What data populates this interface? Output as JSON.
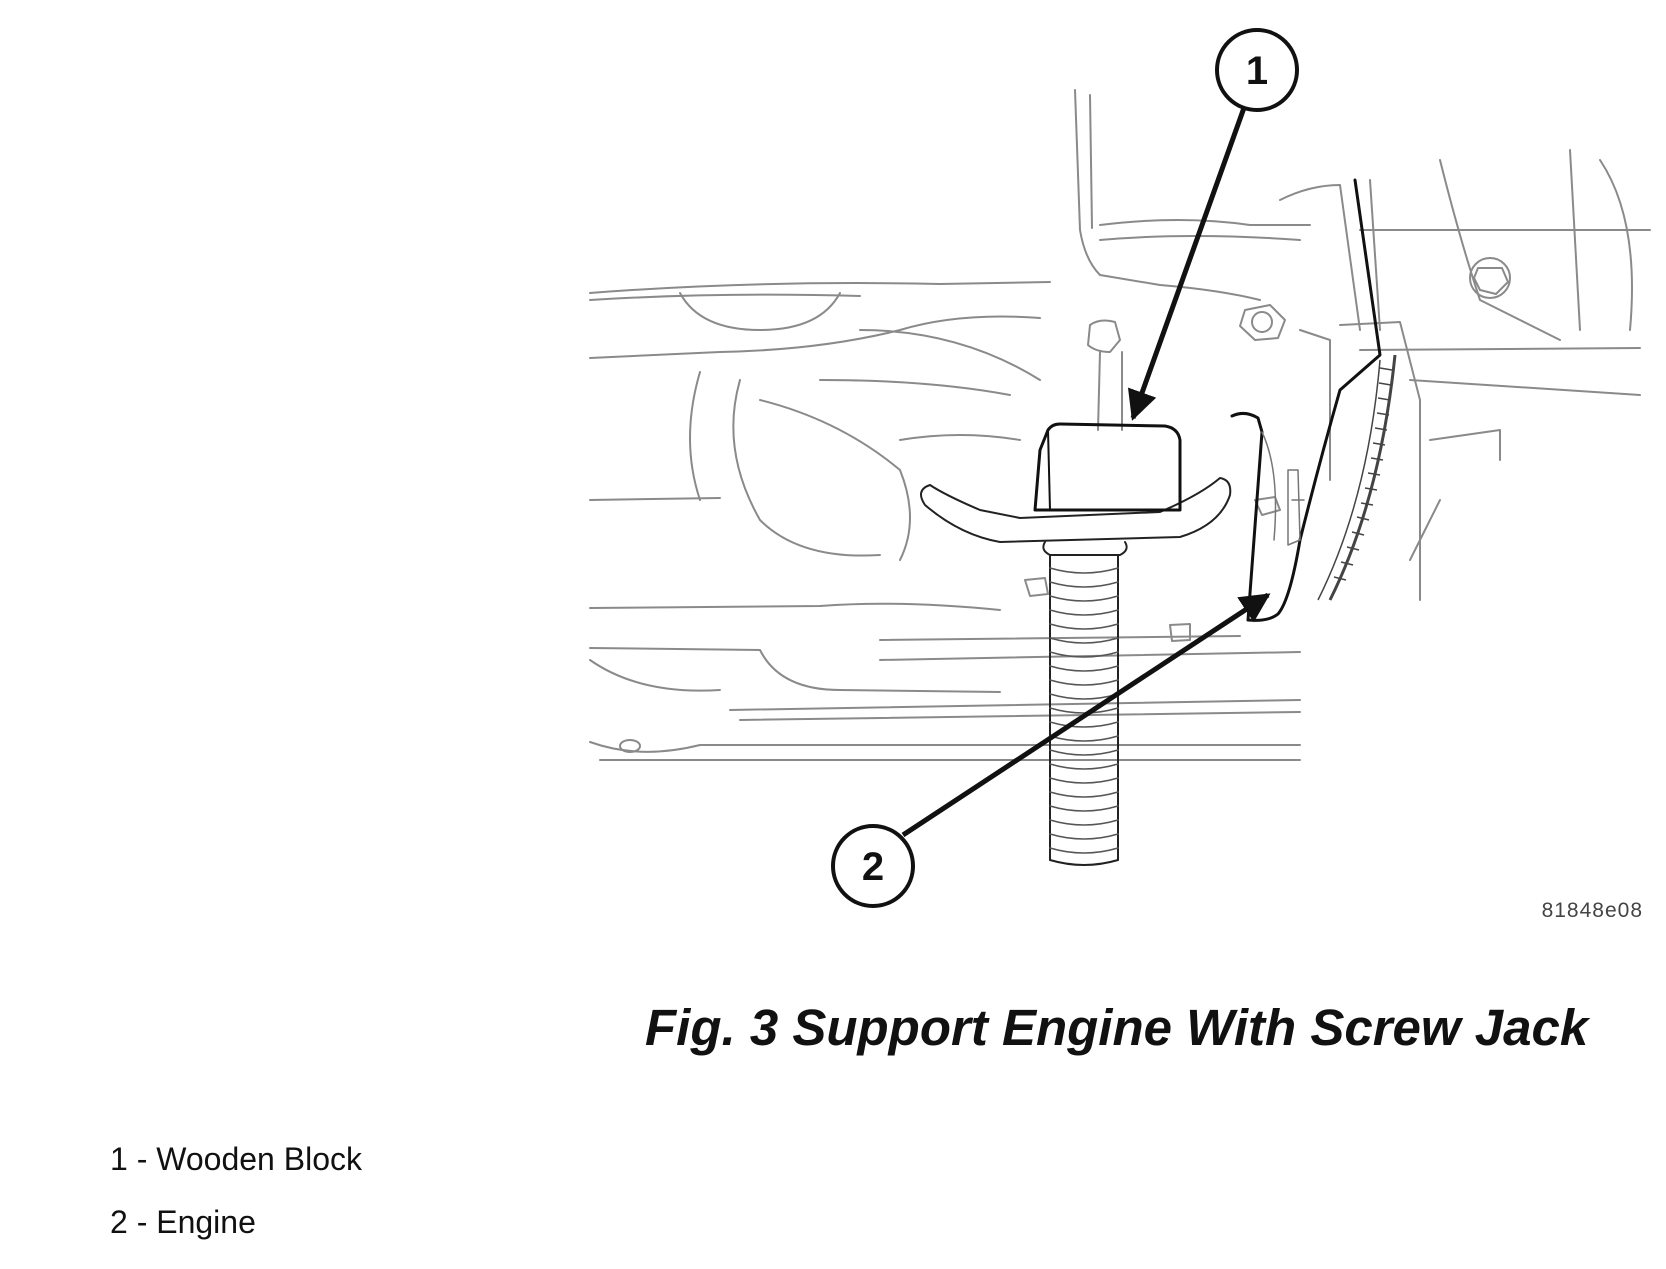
{
  "figure": {
    "drawing_id": "81848e08",
    "callouts": [
      {
        "number": "1",
        "target": "Wooden Block"
      },
      {
        "number": "2",
        "target": "Engine"
      }
    ],
    "caption": "Fig. 3 Support Engine With Screw Jack",
    "legend": [
      {
        "text": "1 - Wooden Block"
      },
      {
        "text": "2 - Engine"
      }
    ]
  }
}
